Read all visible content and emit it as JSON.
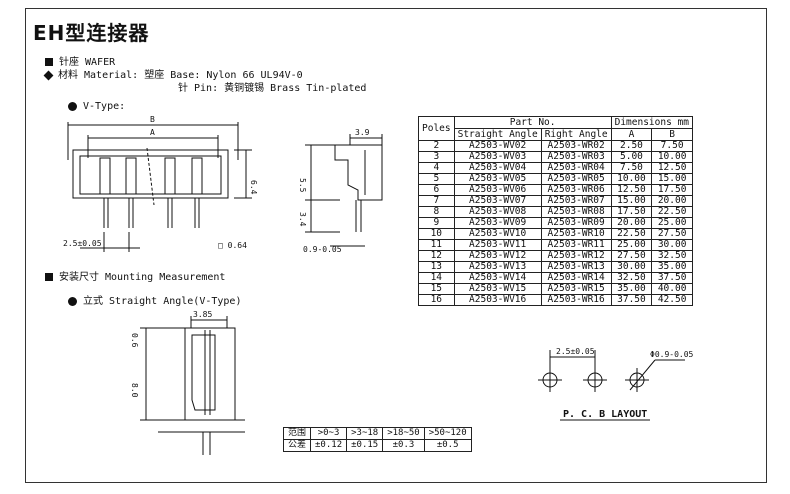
{
  "title": "EH型连接器",
  "spec": {
    "wafer_line": "针座 WAFER",
    "material_label": "材料 Material:",
    "housing_label": "塑座 Base:",
    "housing_value": "Nylon 66 UL94V-0",
    "pin_label": "针 Pin:",
    "pin_value": "黄铜镀锡 Brass Tin-plated"
  },
  "vtype_label": "V-Type:",
  "mounting_label": "安装尺寸 Mounting Measurement",
  "straight_label": "立式 Straight Angle(V-Type)",
  "pcb_label": "P. C. B LAYOUT",
  "drawing_dims": {
    "b": "B",
    "a": "A",
    "height_64": "6.4",
    "width_39": "3.9",
    "h_55": "5.5",
    "h_34": "3.4",
    "pitch": "2.5±0.05",
    "pin_sq": "□ 0.64",
    "pin_dia": "0.9-0.05",
    "w_385": "3.85",
    "h_06": "0.6",
    "h_80": "8.0",
    "pcb_pitch": "2.5±0.05",
    "pcb_hole": "Φ0.9-0.05"
  },
  "parts_table": {
    "h_poles": "Poles",
    "h_partno": "Part No.",
    "h_dimensions": "Dimensions mm",
    "h_straight": "Straight Angle",
    "h_right": "Right Angle",
    "h_a": "A",
    "h_b": "B",
    "rows": [
      {
        "poles": "2",
        "straight": "A2503-WV02",
        "right": "A2503-WR02",
        "a": "2.50",
        "b": "7.50"
      },
      {
        "poles": "3",
        "straight": "A2503-WV03",
        "right": "A2503-WR03",
        "a": "5.00",
        "b": "10.00"
      },
      {
        "poles": "4",
        "straight": "A2503-WV04",
        "right": "A2503-WR04",
        "a": "7.50",
        "b": "12.50"
      },
      {
        "poles": "5",
        "straight": "A2503-WV05",
        "right": "A2503-WR05",
        "a": "10.00",
        "b": "15.00"
      },
      {
        "poles": "6",
        "straight": "A2503-WV06",
        "right": "A2503-WR06",
        "a": "12.50",
        "b": "17.50"
      },
      {
        "poles": "7",
        "straight": "A2503-WV07",
        "right": "A2503-WR07",
        "a": "15.00",
        "b": "20.00"
      },
      {
        "poles": "8",
        "straight": "A2503-WV08",
        "right": "A2503-WR08",
        "a": "17.50",
        "b": "22.50"
      },
      {
        "poles": "9",
        "straight": "A2503-WV09",
        "right": "A2503-WR09",
        "a": "20.00",
        "b": "25.00"
      },
      {
        "poles": "10",
        "straight": "A2503-WV10",
        "right": "A2503-WR10",
        "a": "22.50",
        "b": "27.50"
      },
      {
        "poles": "11",
        "straight": "A2503-WV11",
        "right": "A2503-WR11",
        "a": "25.00",
        "b": "30.00"
      },
      {
        "poles": "12",
        "straight": "A2503-WV12",
        "right": "A2503-WR12",
        "a": "27.50",
        "b": "32.50"
      },
      {
        "poles": "13",
        "straight": "A2503-WV13",
        "right": "A2503-WR13",
        "a": "30.00",
        "b": "35.00"
      },
      {
        "poles": "14",
        "straight": "A2503-WV14",
        "right": "A2503-WR14",
        "a": "32.50",
        "b": "37.50"
      },
      {
        "poles": "15",
        "straight": "A2503-WV15",
        "right": "A2503-WR15",
        "a": "35.00",
        "b": "40.00"
      },
      {
        "poles": "16",
        "straight": "A2503-WV16",
        "right": "A2503-WR16",
        "a": "37.50",
        "b": "42.50"
      }
    ]
  },
  "tolerance_table": {
    "range_label": "范围",
    "tol_label": "公差",
    "ranges": [
      ">0~3",
      ">3~18",
      ">18~50",
      ">50~120"
    ],
    "tolerances": [
      "±0.12",
      "±0.15",
      "±0.3",
      "±0.5"
    ]
  }
}
